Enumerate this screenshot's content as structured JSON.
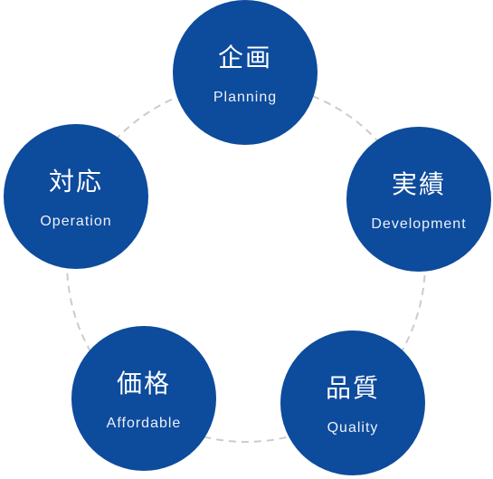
{
  "colors": {
    "node_fill": "#0d4b9c",
    "ring_stroke": "#cccccc",
    "text": "#ffffff"
  },
  "nodes": [
    {
      "id": "planning",
      "jp": "企画",
      "en": "Planning"
    },
    {
      "id": "development",
      "jp": "実績",
      "en": "Development"
    },
    {
      "id": "quality",
      "jp": "品質",
      "en": "Quality"
    },
    {
      "id": "affordable",
      "jp": "価格",
      "en": "Affordable"
    },
    {
      "id": "operation",
      "jp": "対応",
      "en": "Operation"
    }
  ]
}
